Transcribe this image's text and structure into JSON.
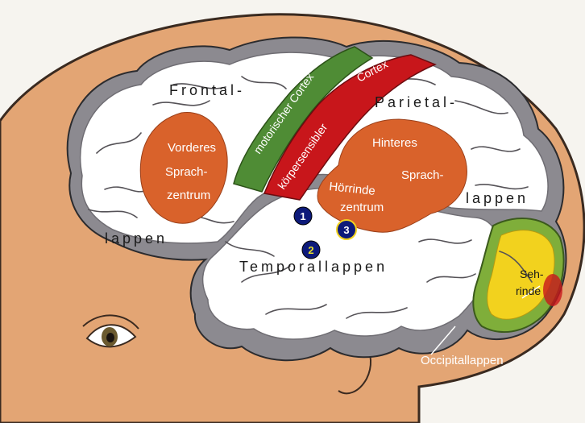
{
  "labels": {
    "frontal_top": "Frontal-",
    "frontal_bottom": "lappen",
    "parietal_top": "Parietal-",
    "parietal_bottom": "lappen",
    "temporal": "Temporallappen",
    "occipital": "Occipitallappen",
    "motor_cortex": "motorischer Cortex",
    "sensory_cortex_1": "Cortex",
    "sensory_cortex_2": "körpersensibler",
    "anterior_speech_1": "Vorderes",
    "anterior_speech_2": "Sprach-",
    "anterior_speech_3": "zentrum",
    "posterior_speech_1": "Hinteres",
    "posterior_speech_2": "Sprach-",
    "posterior_speech_3": "zentrum",
    "auditory_cortex": "Hörrinde",
    "visual_cortex_1": "Seh-",
    "visual_cortex_2": "rinde"
  },
  "markers": [
    "1",
    "2",
    "3"
  ],
  "colors": {
    "background": "#f6f4ef",
    "head": "#e3a574",
    "head_outline": "#3a2a20",
    "brain_border": "#8c8a90",
    "brain_fill": "#ffffff",
    "motor_cortex": "#4f8c35",
    "sensory_cortex": "#c8161b",
    "speech_area": "#d9622b",
    "occipital_outer": "#7fae3a",
    "occipital_inner": "#f2d21e",
    "marker_fill": "#0d1a7a",
    "marker_text_1": "#ffffff",
    "marker_text_2": "#e7e02a",
    "marker_text_3": "#ffffff"
  }
}
